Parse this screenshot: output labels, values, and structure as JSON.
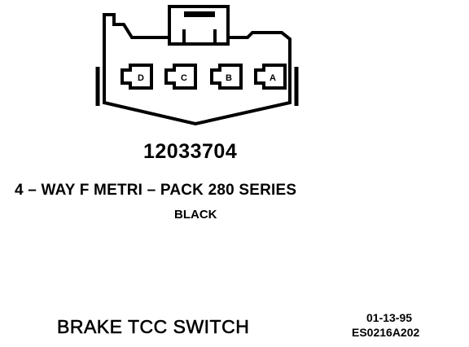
{
  "connector": {
    "part_number": "12033704",
    "description": "4 – WAY F METRI – PACK 280 SERIES",
    "color": "BLACK",
    "pins": [
      "D",
      "C",
      "B",
      "A"
    ]
  },
  "component": {
    "name": "BRAKE TCC SWITCH"
  },
  "document": {
    "date": "01-13-95",
    "code": "ES0216A202"
  },
  "colors": {
    "ink": "#000000",
    "paper": "#ffffff"
  }
}
